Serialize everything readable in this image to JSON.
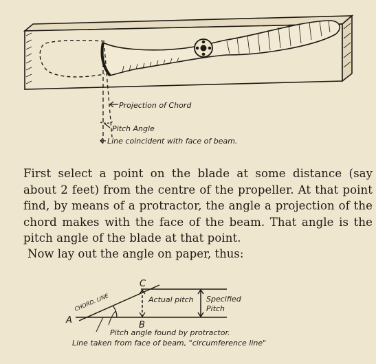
{
  "figure1": {
    "label_projection": "Projection of Chord",
    "label_pitch_angle": "Pitch Angle",
    "label_line": "Line coincident with face of beam."
  },
  "paragraph1": "First select a point on the blade at some distance (say about 2 feet) from the centre of the propeller. At that point find, by means of a protractor, the angle a projection of the chord makes with the face of the beam. That angle is the pitch angle of the blade at that point.",
  "paragraph2": "Now lay out the angle on paper, thus:",
  "figure2": {
    "label_c": "C",
    "label_a": "A",
    "label_b": "B",
    "label_chord": "CHORD. LINE",
    "label_actual_pitch": "Actual pitch",
    "label_specified_1": "Specified",
    "label_specified_2": "Pitch",
    "label_pitch_angle": "Pitch angle found by protractor.",
    "label_line_taken": "Line taken from face of beam, \"circumference line\""
  }
}
